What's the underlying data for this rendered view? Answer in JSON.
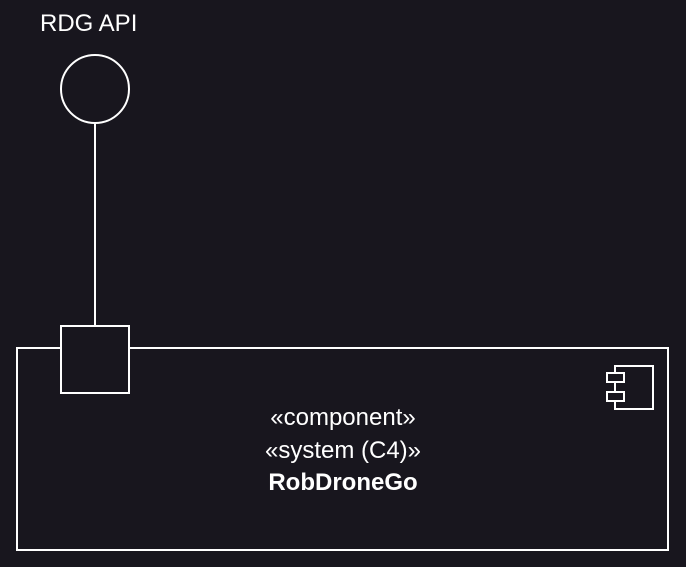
{
  "interface": {
    "label": "RDG API",
    "icon": "lollipop-interface-icon"
  },
  "component": {
    "stereotype_component": "«component»",
    "stereotype_system": "«system (C4)»",
    "name": "RobDroneGo",
    "icon": "component-icon"
  },
  "colors": {
    "background": "#18161e",
    "stroke": "#ffffff",
    "text": "#ffffff"
  }
}
